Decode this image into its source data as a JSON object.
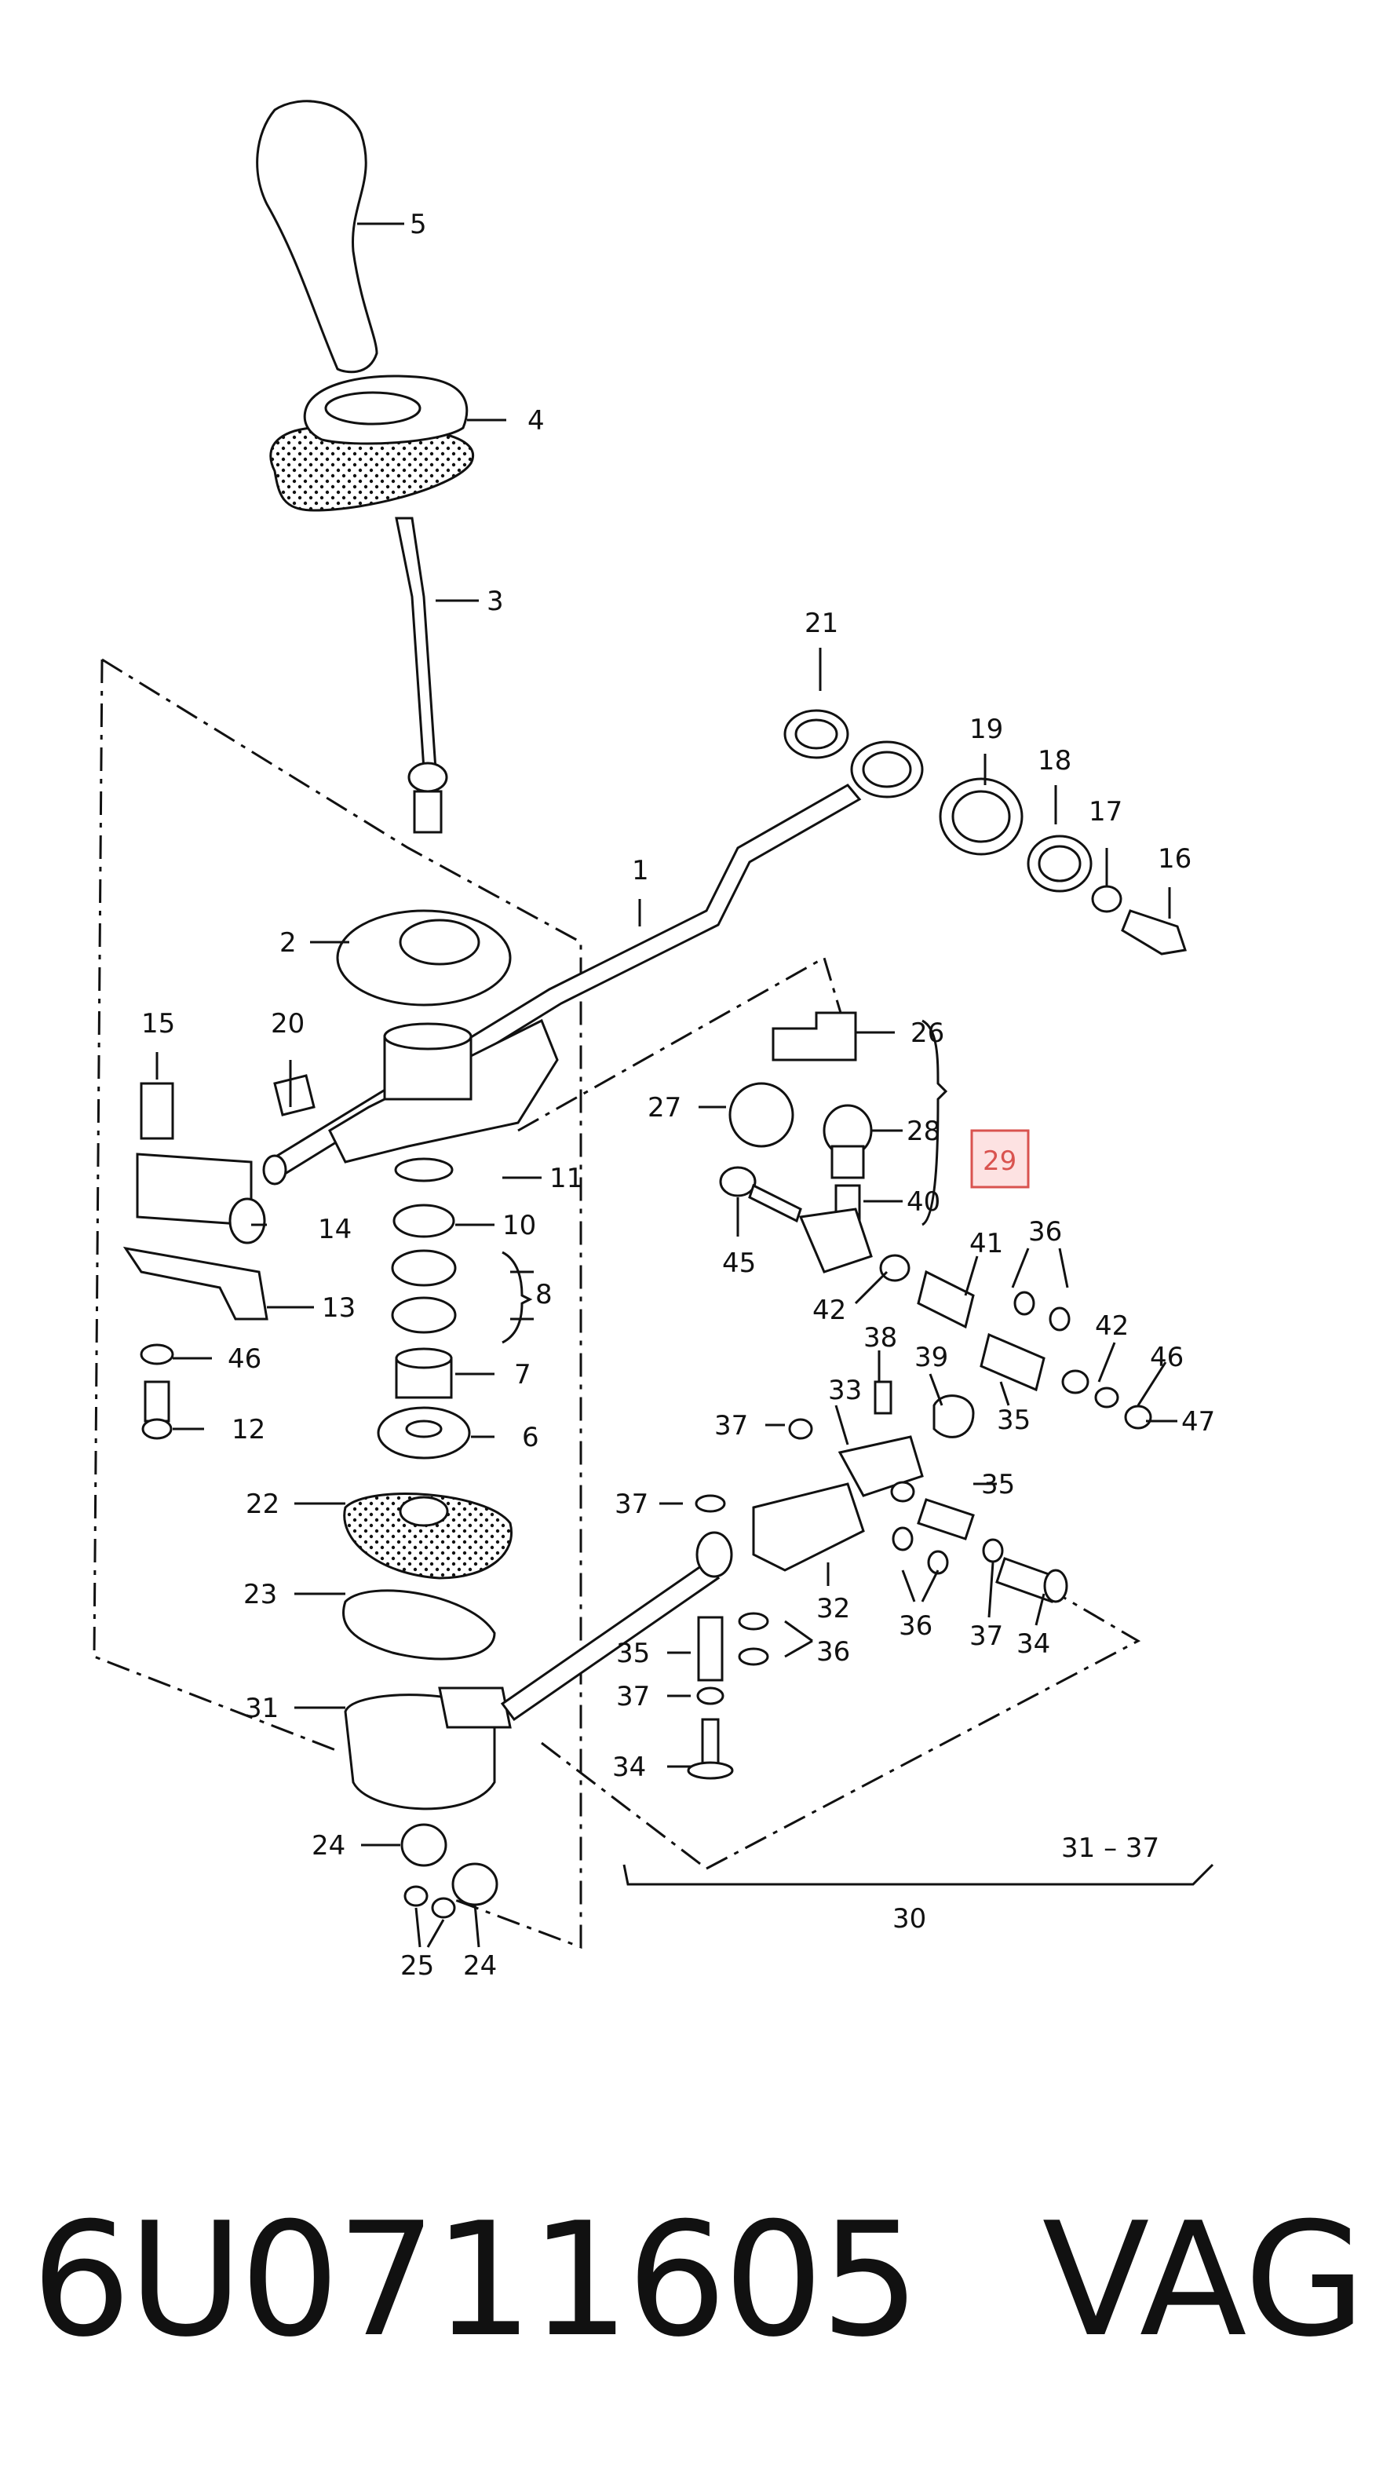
{
  "diagram": {
    "labels": {
      "l1": "1",
      "l2": "2",
      "l3": "3",
      "l4": "4",
      "l5": "5",
      "l6": "6",
      "l7": "7",
      "l8": "8",
      "l10": "10",
      "l11": "11",
      "l12": "12",
      "l13": "13",
      "l14": "14",
      "l15": "15",
      "l16": "16",
      "l17": "17",
      "l18": "18",
      "l19": "19",
      "l20": "20",
      "l21": "21",
      "l22": "22",
      "l23": "23",
      "l24a": "24",
      "l24b": "24",
      "l25": "25",
      "l26": "26",
      "l27": "27",
      "l28": "28",
      "l29": "29",
      "l30": "30",
      "l31": "31",
      "l32": "32",
      "l33": "33",
      "l34a": "34",
      "l34b": "34",
      "l35a": "35",
      "l35b": "35",
      "l35c": "35",
      "l36a": "36",
      "l36b": "36",
      "l36c": "36",
      "l37a": "37",
      "l37b": "37",
      "l37c": "37",
      "l37d": "37",
      "l38": "38",
      "l39": "39",
      "l40": "40",
      "l41": "41",
      "l42a": "42",
      "l42b": "42",
      "l45": "45",
      "l46a": "46",
      "l46b": "46",
      "l47": "47",
      "range": "31 – 37"
    },
    "highlight_color": "#d9534f"
  },
  "footer": {
    "part_number": "6U0711605",
    "brand": "VAG"
  }
}
